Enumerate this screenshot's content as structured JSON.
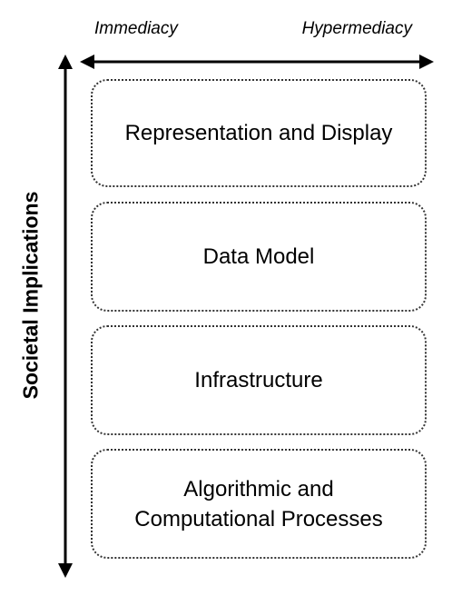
{
  "top_axis": {
    "left_label": "Immediacy",
    "right_label": "Hypermediacy"
  },
  "side_axis": {
    "label": "Societal Implications"
  },
  "layers": [
    {
      "label": "Representation and Display"
    },
    {
      "label": "Data Model"
    },
    {
      "label": "Infrastructure"
    },
    {
      "label": "Algorithmic and\nComputational Processes"
    }
  ]
}
